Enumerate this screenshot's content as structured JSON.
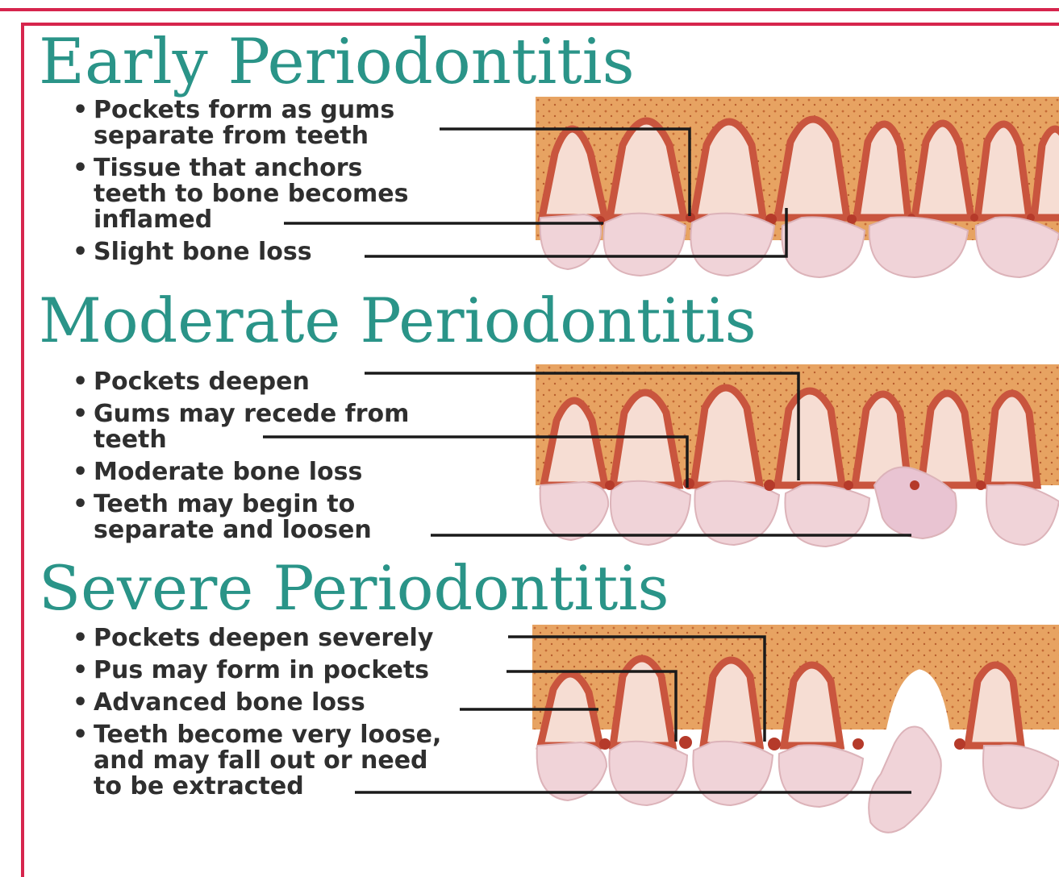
{
  "colors": {
    "accent": "#d6254d",
    "heading": "#2a9488",
    "text": "#2f2f2f",
    "bone": "#e7a362",
    "gum": "#c9553e",
    "tooth": "#f2d7d9"
  },
  "sections": [
    {
      "title": "Early Periodontitis",
      "bullets": [
        "Pockets form as gums\nseparate from teeth",
        "Tissue that anchors\nteeth to bone becomes\ninflamed",
        "Slight bone loss"
      ]
    },
    {
      "title": "Moderate Periodontitis",
      "bullets": [
        "Pockets deepen",
        "Gums may recede from\nteeth",
        "Moderate bone loss",
        "Teeth may begin to\nseparate and loosen"
      ]
    },
    {
      "title": "Severe Periodontitis",
      "bullets": [
        "Pockets deepen severely",
        "Pus may form in pockets",
        "Advanced bone loss",
        "Teeth become very loose,\nand may fall out or need\nto be extracted"
      ]
    }
  ]
}
